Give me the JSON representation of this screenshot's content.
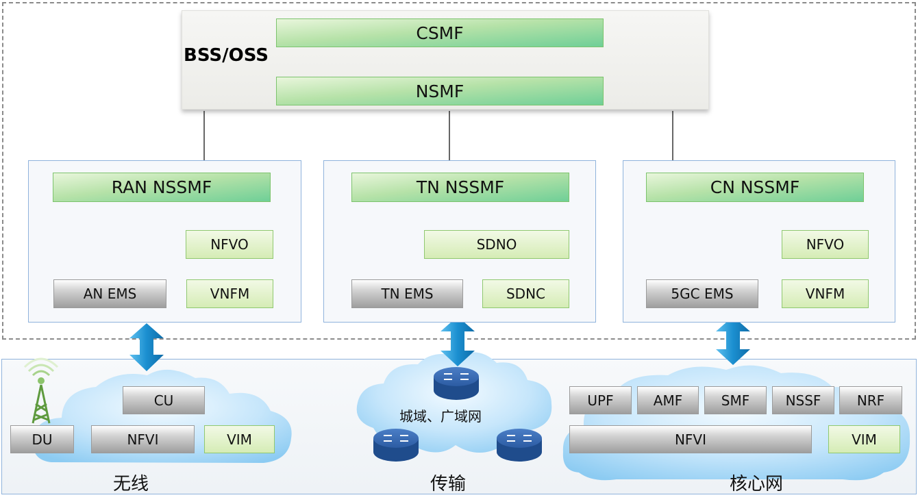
{
  "mgmt": {
    "label": "BSS/OSS",
    "csmf": "CSMF",
    "nsmf": "NSMF"
  },
  "ran": {
    "title": "RAN NSSMF",
    "nfvo": "NFVO",
    "vnfm": "VNFM",
    "ems": "AN EMS"
  },
  "tn": {
    "title": "TN NSSMF",
    "sdno": "SDNO",
    "sdnc": "SDNC",
    "ems": "TN EMS"
  },
  "cn": {
    "title": "CN NSSMF",
    "nfvo": "NFVO",
    "vnfm": "VNFM",
    "ems": "5GC EMS"
  },
  "radio": {
    "cu": "CU",
    "du": "DU",
    "nfvi": "NFVI",
    "vim": "VIM",
    "label": "无线"
  },
  "transport": {
    "cloud_label": "城域、广域网",
    "label": "传输"
  },
  "core": {
    "functions": [
      "UPF",
      "AMF",
      "SMF",
      "NSSF",
      "NRF"
    ],
    "nfvi": "NFVI",
    "vim": "VIM",
    "label": "核心网"
  },
  "colors": {
    "arrow": "#1a8cc8",
    "cloud": "#9fd3f5",
    "router": "#2e5fa8"
  }
}
